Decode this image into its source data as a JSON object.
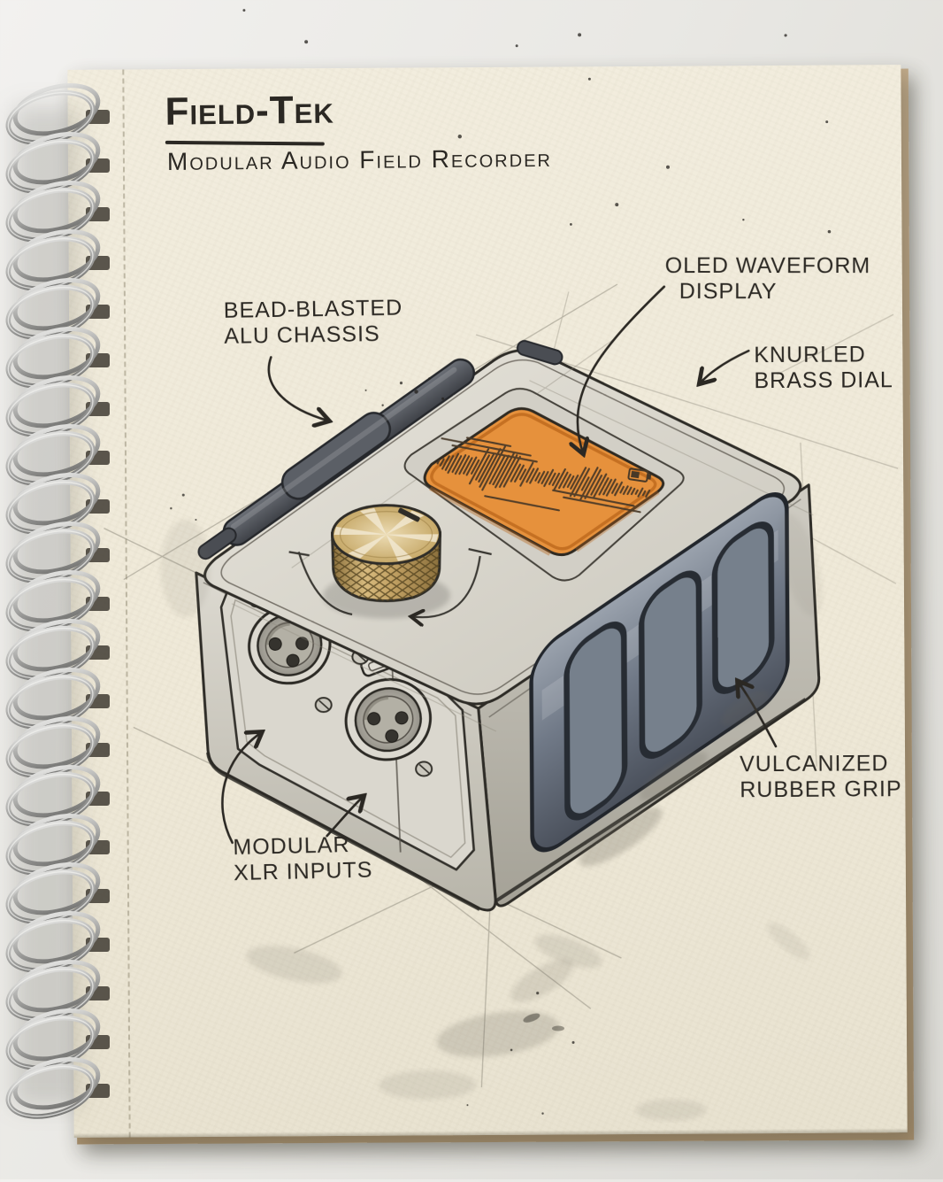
{
  "notebook": {
    "title": "Field-Tek",
    "subtitle": "Modular Audio Field Recorder"
  },
  "annotations": {
    "chassis": {
      "line1": "BEAD-BLASTED",
      "line2": "ALU CHASSIS"
    },
    "display": {
      "line1": "OLED WAVEFORM",
      "line2": "DISPLAY"
    },
    "dial": {
      "line1": "KNURLED",
      "line2": "BRASS DIAL"
    },
    "grip": {
      "line1": "VULCANIZED",
      "line2": "RUBBER GRIP"
    },
    "xlr": {
      "line1": "MODULAR",
      "line2": "XLR INPUTS"
    }
  },
  "colors": {
    "ink": "#2b2823",
    "pencil": "#8f8a7d",
    "paper": "#efeada",
    "display_orange": "#e6913c",
    "display_outline": "#b9651a",
    "waveform_ink": "#473827",
    "brass": "#c9a868",
    "brass_light": "#f0e7cf",
    "rubber": "#5c6470",
    "chassis_gray": "#d6d3ca",
    "bumper_gray": "#4a4d53",
    "wire_silver": "#b9b9b7",
    "backing_tan": "#b3997a"
  }
}
